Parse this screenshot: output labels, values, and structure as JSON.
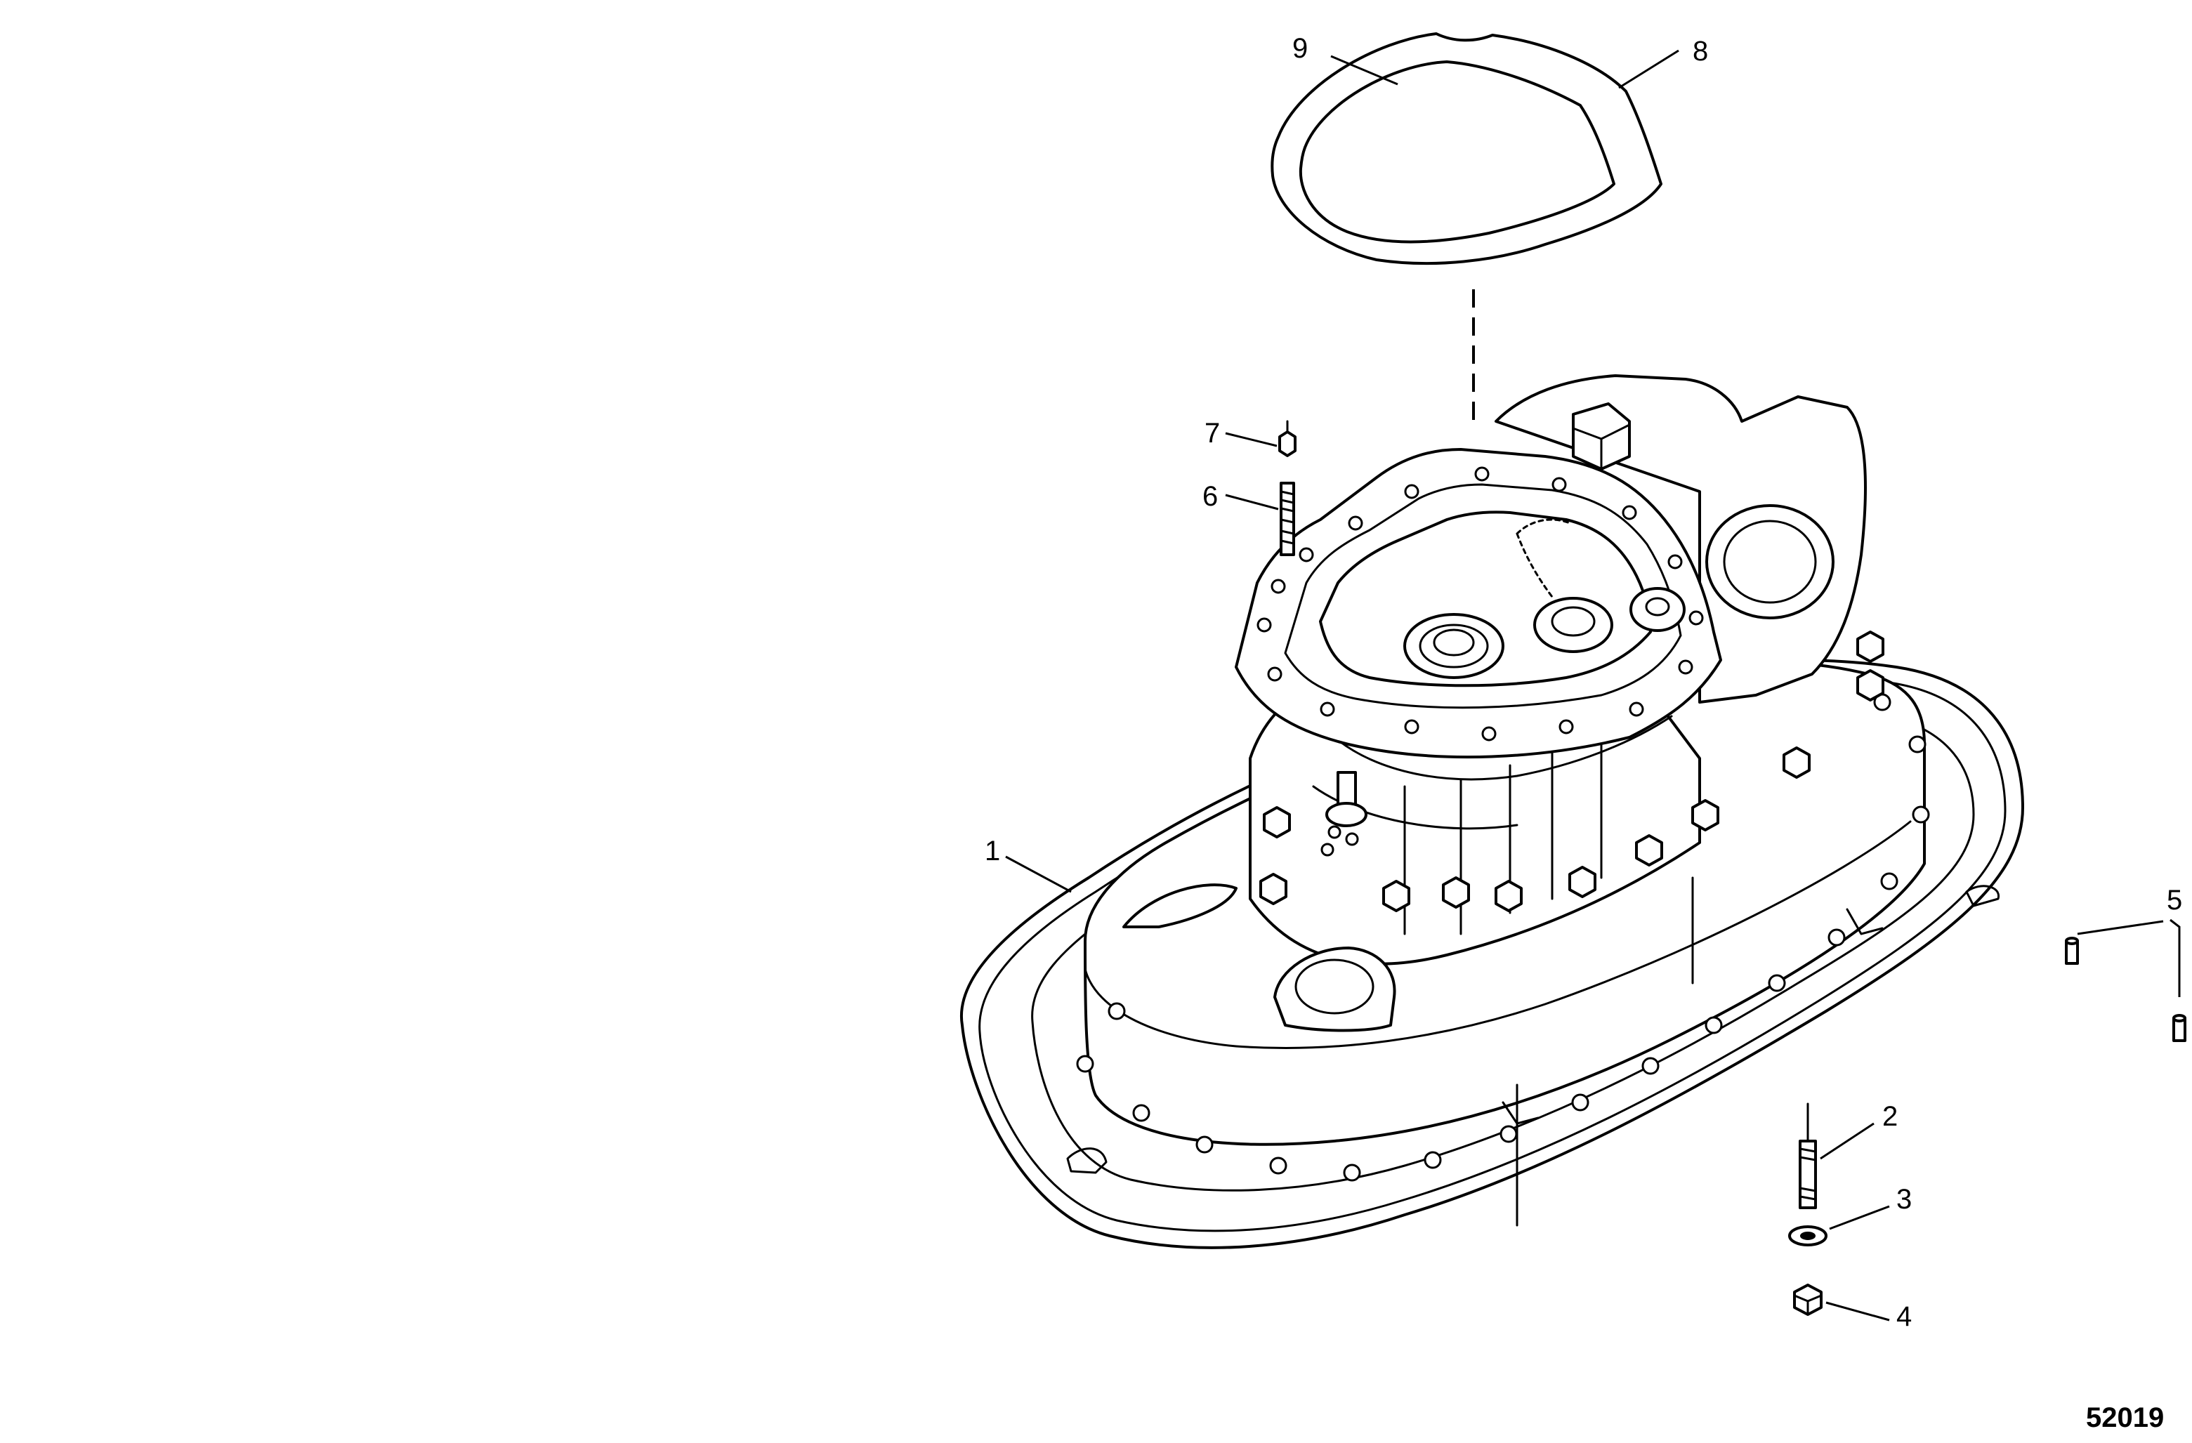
{
  "figure_number": "52019",
  "callouts": [
    {
      "label": "1",
      "part": "housing-assembly"
    },
    {
      "label": "2",
      "part": "stud"
    },
    {
      "label": "3",
      "part": "washer"
    },
    {
      "label": "4",
      "part": "nut"
    },
    {
      "label": "5",
      "part": "dowel-pins"
    },
    {
      "label": "6",
      "part": "stud"
    },
    {
      "label": "7",
      "part": "nut"
    },
    {
      "label": "8",
      "part": "gasket-outer"
    },
    {
      "label": "9",
      "part": "gasket-inner"
    }
  ]
}
